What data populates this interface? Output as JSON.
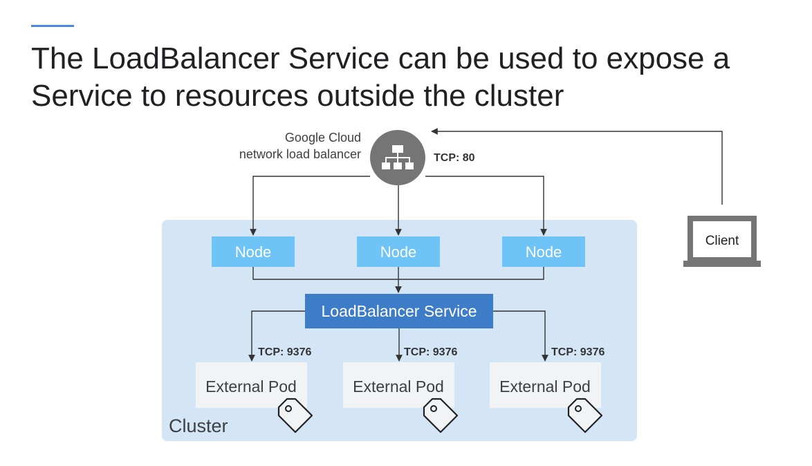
{
  "slide": {
    "title_line1": "The LoadBalancer Service can be used to expose a",
    "title_line2": "Service to resources outside the cluster",
    "accent_color": "#4a86e8"
  },
  "diagram": {
    "load_balancer": {
      "label_line1": "Google Cloud",
      "label_line2": "network load balancer",
      "port_label": "TCP: 80",
      "icon": "load-balancer-icon"
    },
    "client": {
      "label": "Client",
      "icon": "laptop-icon"
    },
    "nodes": [
      "Node",
      "Node",
      "Node"
    ],
    "service": {
      "label": "LoadBalancer Service"
    },
    "pods": [
      {
        "label": "External Pod",
        "port_label": "TCP: 9376",
        "icon": "tag-icon"
      },
      {
        "label": "External Pod",
        "port_label": "TCP: 9376",
        "icon": "tag-icon"
      },
      {
        "label": "External Pod",
        "port_label": "TCP: 9376",
        "icon": "tag-icon"
      }
    ],
    "cluster_label": "Cluster",
    "colors": {
      "cluster_bg": "#d4e5f5",
      "node_bg": "#6ec3f7",
      "service_bg": "#3d7dc8",
      "pod_bg": "#f1f3f4",
      "lb_circle": "#757575",
      "line": "#333333"
    }
  }
}
